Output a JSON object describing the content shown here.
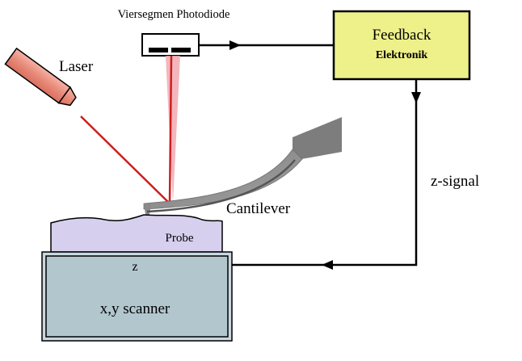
{
  "labels": {
    "photodiode": "Viersegmen Photodiode",
    "laser": "Laser",
    "feedback_title": "Feedback",
    "feedback_subtitle": "Elektronik",
    "z_signal": "z-signal",
    "cantilever": "Cantilever",
    "probe": "Probe",
    "z": "z",
    "scanner": "x,y scanner"
  },
  "colors": {
    "laser_beam": "#cc1f1f",
    "laser_reflection_glow": "#f2a9b0",
    "laser_body": "#e98a7a",
    "feedback_box": "#eef08a",
    "probe_sample": "#d6d0ee",
    "scanner_outer": "#c9d7de",
    "scanner_inner": "#b2c6ce",
    "cantilever": "#8a8a8a"
  }
}
